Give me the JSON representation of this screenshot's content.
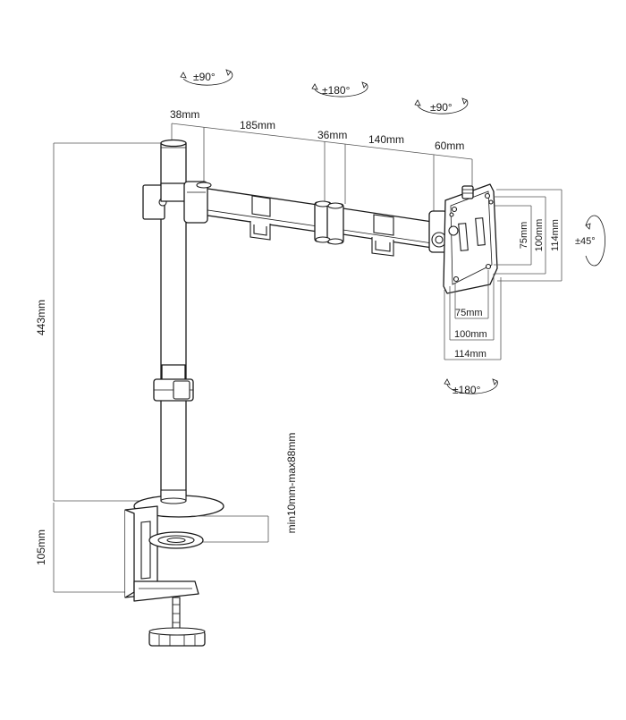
{
  "diagram": {
    "rotations": {
      "top_left": "±90°",
      "top_middle": "±180°",
      "top_right": "±90°",
      "side": "±45°",
      "bottom": "±180°"
    },
    "arm_dimensions": {
      "d1": "38mm",
      "d2": "185mm",
      "d3": "36mm",
      "d4": "140mm",
      "d5": "60mm"
    },
    "heights": {
      "pole": "443mm",
      "clamp": "105mm"
    },
    "clamp_range": "min10mm-max88mm",
    "vesa": {
      "horizontal": [
        "75mm",
        "100mm",
        "114mm"
      ],
      "vertical": [
        "75mm",
        "100mm",
        "114mm"
      ]
    }
  }
}
